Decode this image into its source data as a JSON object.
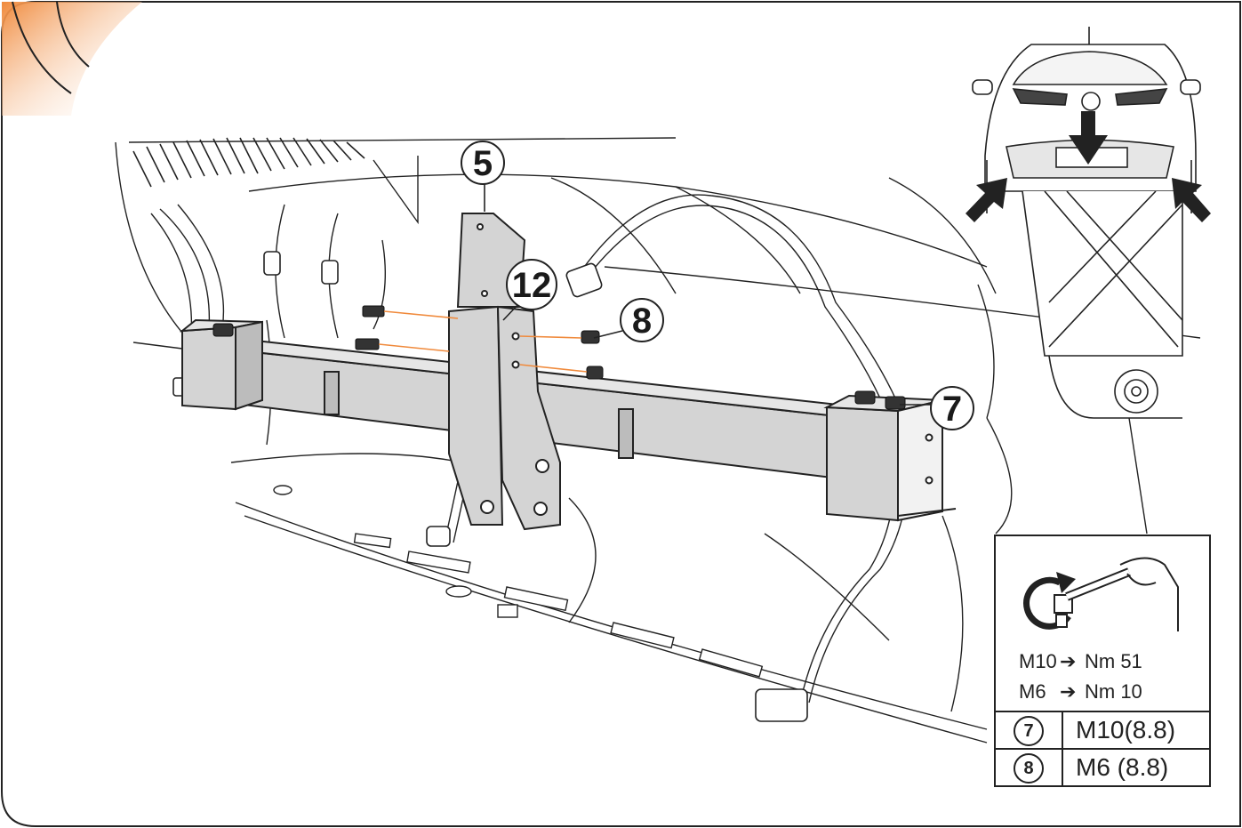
{
  "callouts": {
    "c5": "5",
    "c12": "12",
    "c8": "8",
    "c7": "7"
  },
  "torque": {
    "m10_label": "M10",
    "m10_value": "Nm 51",
    "m6_label": "M6",
    "m6_value": "Nm 10"
  },
  "bolt_table": [
    {
      "ref": "7",
      "spec": "M10(8.8)"
    },
    {
      "ref": "8",
      "spec": "M6 (8.8)"
    }
  ],
  "colors": {
    "accent": "#f39a4b",
    "line": "#1a1a1a",
    "part_fill": "#d4d4d4",
    "leader": "#f08a3c"
  },
  "icons": [
    "torque-wrench-icon",
    "down-arrow-icon"
  ]
}
